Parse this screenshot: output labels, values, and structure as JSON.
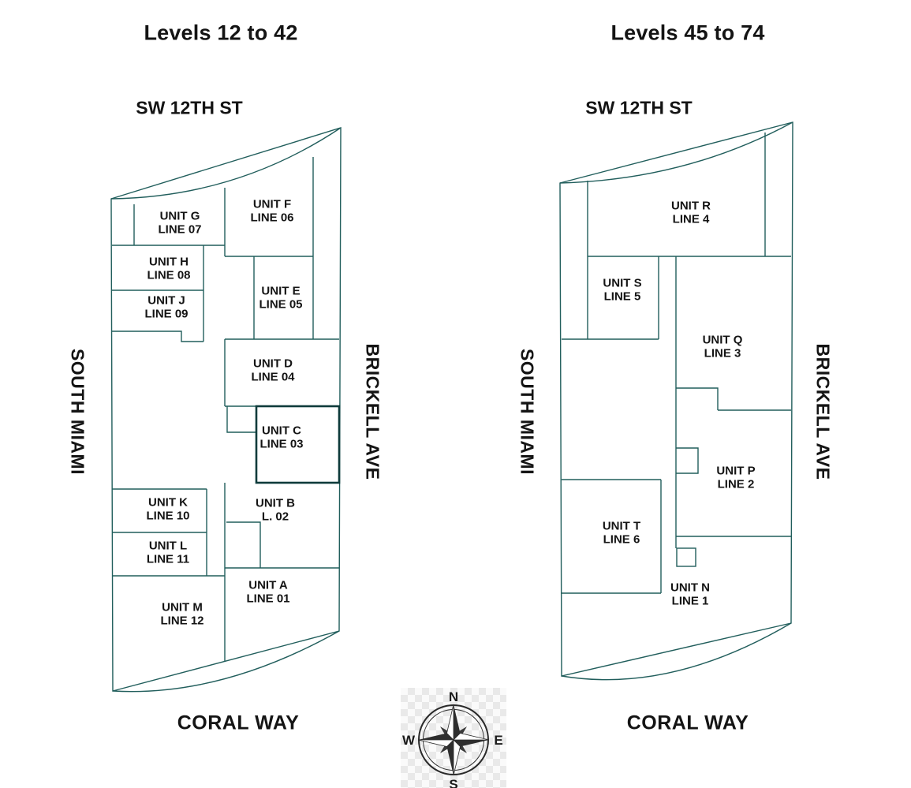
{
  "plans": [
    {
      "title": "Levels 12 to 42",
      "streets": {
        "top": "SW 12TH ST",
        "left": "SOUTH MIAMI",
        "right": "BRICKELL AVE",
        "bottom": "CORAL WAY"
      },
      "units": [
        {
          "name": "UNIT G",
          "line": "LINE 07"
        },
        {
          "name": "UNIT F",
          "line": "LINE 06"
        },
        {
          "name": "UNIT H",
          "line": "LINE 08"
        },
        {
          "name": "UNIT J",
          "line": "LINE 09"
        },
        {
          "name": "UNIT E",
          "line": "LINE 05"
        },
        {
          "name": "UNIT D",
          "line": "LINE 04"
        },
        {
          "name": "UNIT C",
          "line": "LINE 03"
        },
        {
          "name": "UNIT K",
          "line": "LINE 10"
        },
        {
          "name": "UNIT B",
          "line": "L. 02"
        },
        {
          "name": "UNIT L",
          "line": "LINE 11"
        },
        {
          "name": "UNIT M",
          "line": "LINE 12"
        },
        {
          "name": "UNIT A",
          "line": "LINE 01"
        }
      ]
    },
    {
      "title": "Levels 45 to 74",
      "streets": {
        "top": "SW 12TH ST",
        "left": "SOUTH MIAMI",
        "right": "BRICKELL AVE",
        "bottom": "CORAL WAY"
      },
      "units": [
        {
          "name": "UNIT R",
          "line": "LINE 4"
        },
        {
          "name": "UNIT S",
          "line": "LINE 5"
        },
        {
          "name": "UNIT Q",
          "line": "LINE 3"
        },
        {
          "name": "UNIT P",
          "line": "LINE 2"
        },
        {
          "name": "UNIT T",
          "line": "LINE 6"
        },
        {
          "name": "UNIT N",
          "line": "LINE 1"
        }
      ]
    }
  ],
  "compass": {
    "north": "N",
    "east": "E",
    "south": "S",
    "west": "W"
  },
  "colors": {
    "plan_line": "#215e5c",
    "unit_c_border": "#0e3b3b",
    "label_text": "#141414"
  }
}
